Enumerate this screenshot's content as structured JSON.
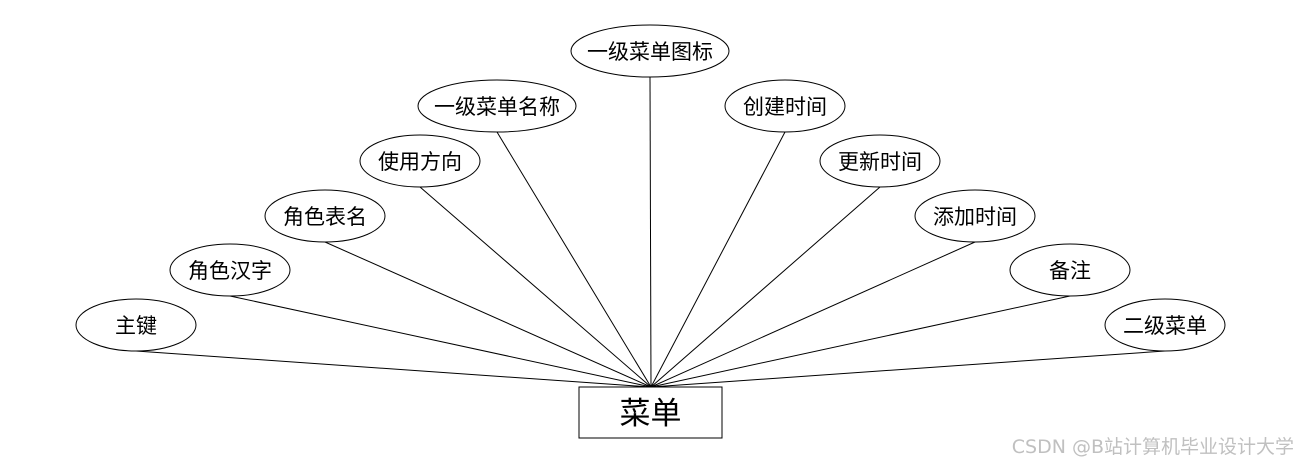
{
  "entity": {
    "label": "菜单"
  },
  "attributes": [
    {
      "id": "primary-key",
      "label": "主键"
    },
    {
      "id": "role-chinese-name",
      "label": "角色汉字"
    },
    {
      "id": "role-table-name",
      "label": "角色表名"
    },
    {
      "id": "usage-direction",
      "label": "使用方向"
    },
    {
      "id": "menu-level1-name",
      "label": "一级菜单名称"
    },
    {
      "id": "menu-level1-icon",
      "label": "一级菜单图标"
    },
    {
      "id": "created-time",
      "label": "创建时间"
    },
    {
      "id": "updated-time",
      "label": "更新时间"
    },
    {
      "id": "added-time",
      "label": "添加时间"
    },
    {
      "id": "remark",
      "label": "备注"
    },
    {
      "id": "menu-level2",
      "label": "二级菜单"
    }
  ],
  "watermark": "CSDN @B站计算机毕业设计大学"
}
